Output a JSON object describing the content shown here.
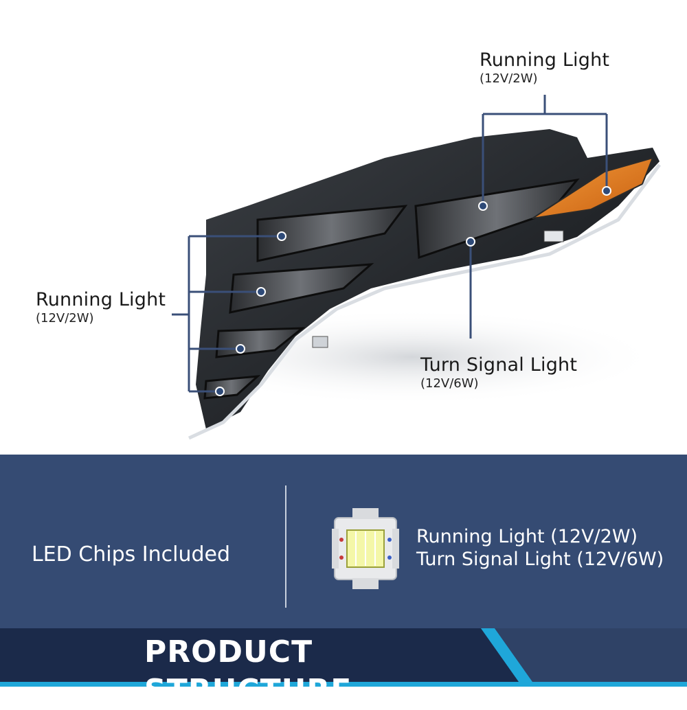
{
  "callouts": {
    "running_light_top": {
      "title": "Running Light",
      "spec": "(12V/2W)"
    },
    "running_light_left": {
      "title": "Running Light",
      "spec": "(12V/2W)"
    },
    "turn_signal": {
      "title": "Turn Signal Light",
      "spec": "(12V/6W)"
    }
  },
  "info_panel": {
    "led_chips_label": "LED Chips Included",
    "chip_lines": [
      "Running Light (12V/2W)",
      "Turn Signal Light (12V/6W)"
    ]
  },
  "banner": {
    "title": "PRODUCT STRUCTURE"
  },
  "colors": {
    "panel_blue": "#354b73",
    "banner_dark": "#1b2a4a",
    "accent_cyan": "#1fa7d9",
    "callout_line": "#3a4f78",
    "amber": "#e2791e"
  }
}
